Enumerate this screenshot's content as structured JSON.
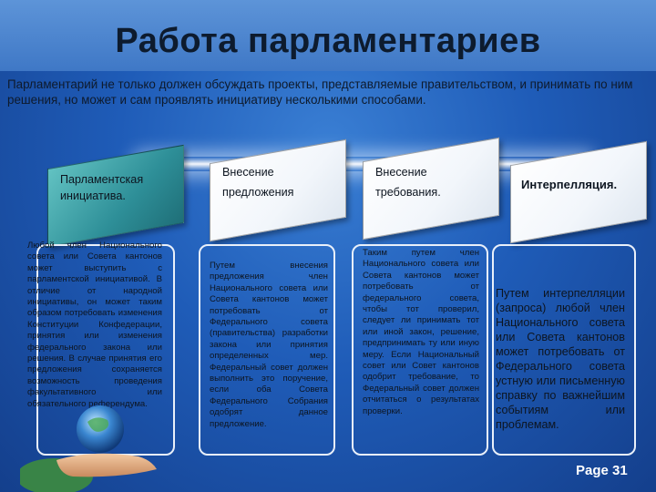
{
  "title": "Работа парламентариев",
  "intro": "Парламентарий не только должен обсуждать проекты, представляемые правительством, и принимать по ним решения, но может и сам проявлять инициативу несколькими способами.",
  "methods": [
    {
      "label_line1": "Парламентская",
      "label_line2": "инициатива."
    },
    {
      "label_line1": "Внесение",
      "label_line2": "предложения"
    },
    {
      "label_line1": "Внесение",
      "label_line2": "требования."
    },
    {
      "label_line1": "Интерпелляция."
    }
  ],
  "columns": [
    {
      "text": "Любой член Национального совета или Совета кантонов может выступить с парламентской инициативой. В отличие от народной инициативы, он может таким образом потребовать изменения Конституции Конфедерации, принятия или изменения федерального закона или решения. В случае принятия его предложения сохраняется возможность проведения факультативного или обязательного референдума."
    },
    {
      "text": "Путем внесения предложения член Национального совета или Совета кантонов может потребовать от Федерального совета (правительства) разработки закона или принятия определенных мер. Федеральный совет должен выполнить это поручение, если оба Совета Федерального Собрания одобрят данное предложение."
    },
    {
      "text": "Таким путем член Национального совета или Совета кантонов может потребовать от федерального совета, чтобы тот проверил, следует ли принимать тот или иной закон, решение, предпринимать ту или иную меру. Если Национальный совет или Совет кантонов одобрит требование, то Федеральный совет должен отчитаться о результатах проверки."
    },
    {
      "text": "Путем интерпелляции (запроса) любой член Национального совета или Совета кантонов может потребовать от Федерального совета устную или письменную справку по важнейшим событиям или проблемам."
    }
  ],
  "page_label": "Page 31"
}
